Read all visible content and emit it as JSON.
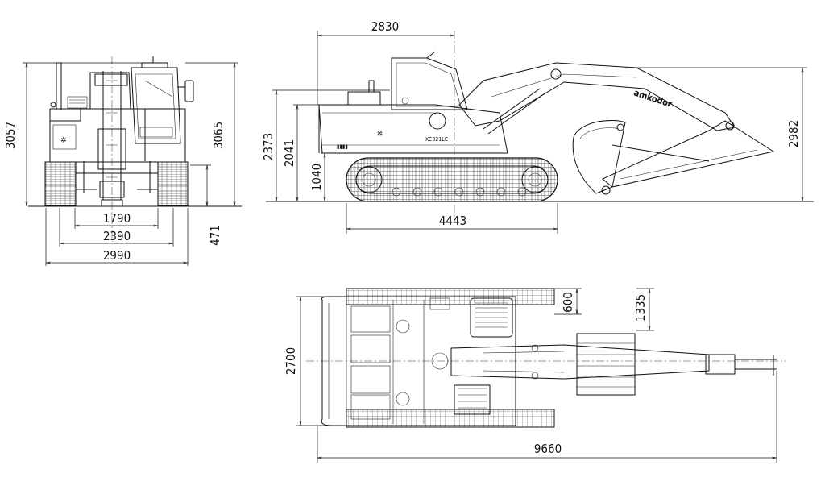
{
  "dimensions": {
    "front_height_left": "3057",
    "front_height_right": "3065",
    "track_gauge": "1790",
    "track_outer": "2390",
    "overall_width": "2990",
    "ground_clearance": "471",
    "tail_length": "2830",
    "cab_height": "2373",
    "counterweight_height": "2041",
    "upper_clearance": "1040",
    "track_length": "4443",
    "boom_height": "2982",
    "top_width": "2700",
    "shoe_width": "600",
    "track_offset": "1335",
    "overall_length": "9660"
  },
  "labels": {
    "brand": "amkodor",
    "model": "XC321LC"
  }
}
